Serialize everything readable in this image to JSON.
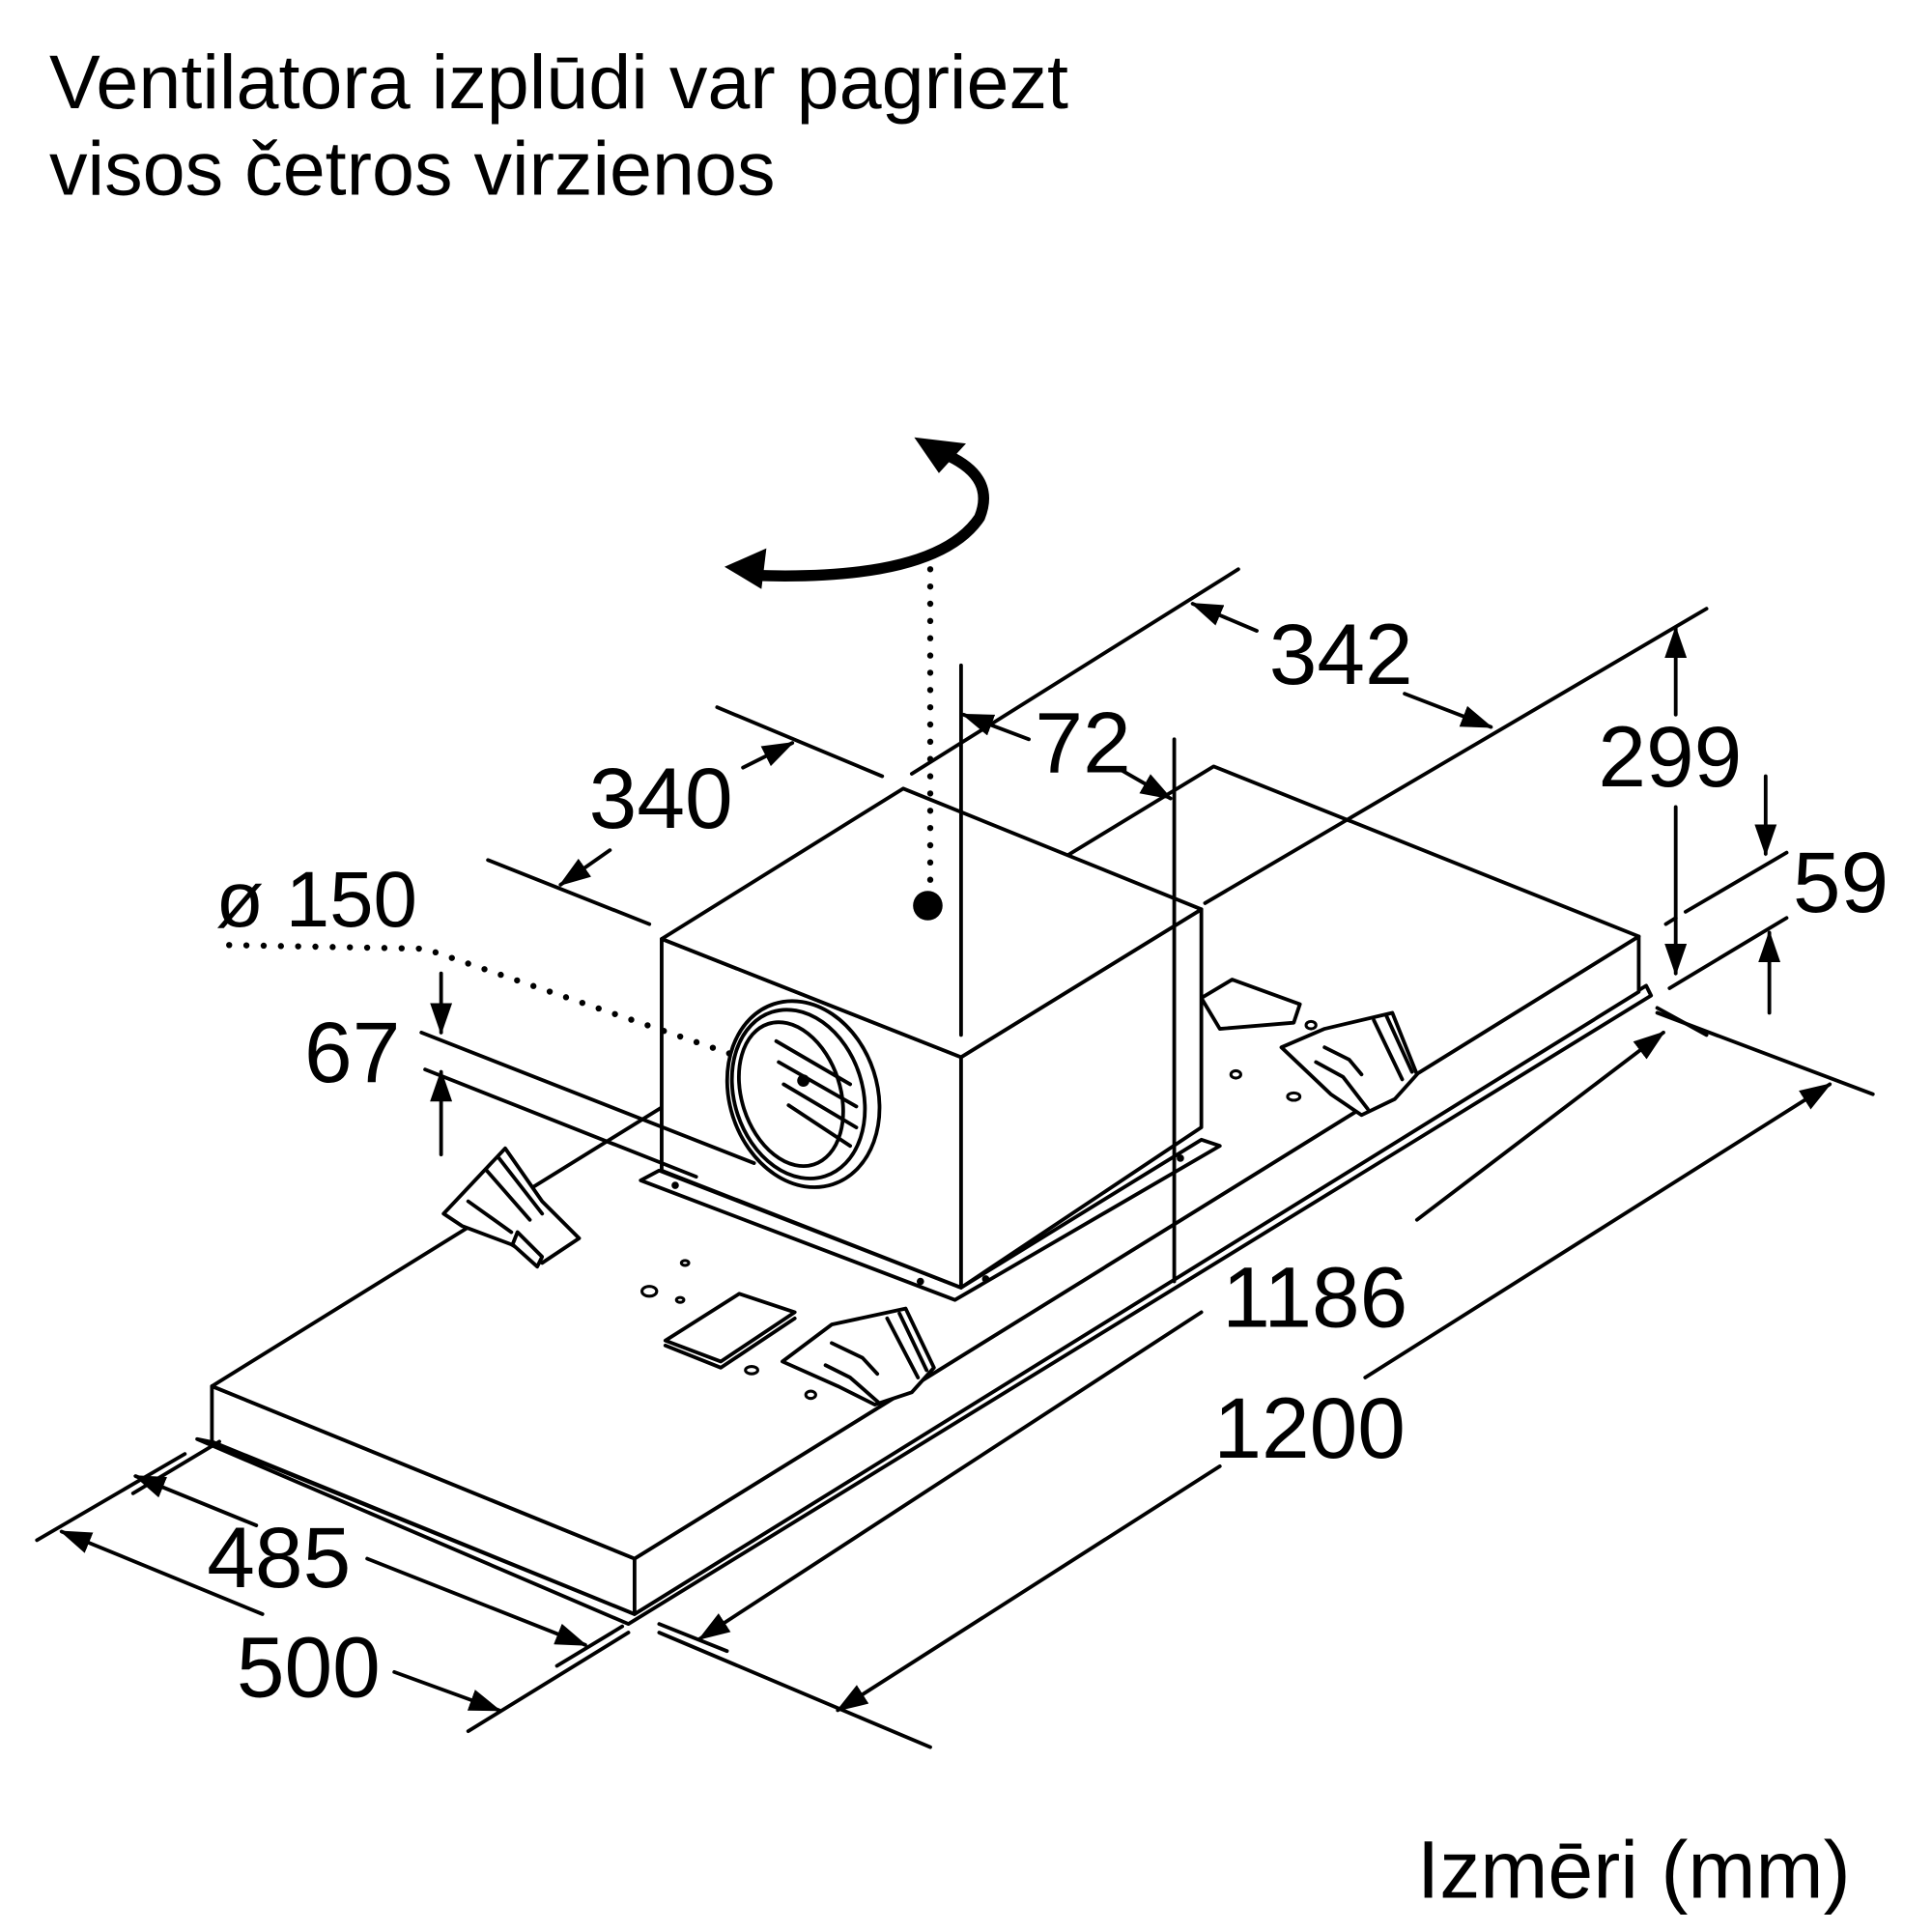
{
  "title": {
    "line1": "Ventilatora izplūdi var pagriezt",
    "line2": "visos četros virzienos"
  },
  "dimensions": {
    "box_depth": "342",
    "offset": "72",
    "box_width": "340",
    "duct_diameter": "ø 150",
    "duct_offset": "67",
    "total_height": "299",
    "panel_height": "59",
    "inner_length": "1186",
    "outer_length": "1200",
    "inner_depth": "485",
    "outer_depth": "500"
  },
  "footer": {
    "units_label": "Izmēri (mm)"
  }
}
